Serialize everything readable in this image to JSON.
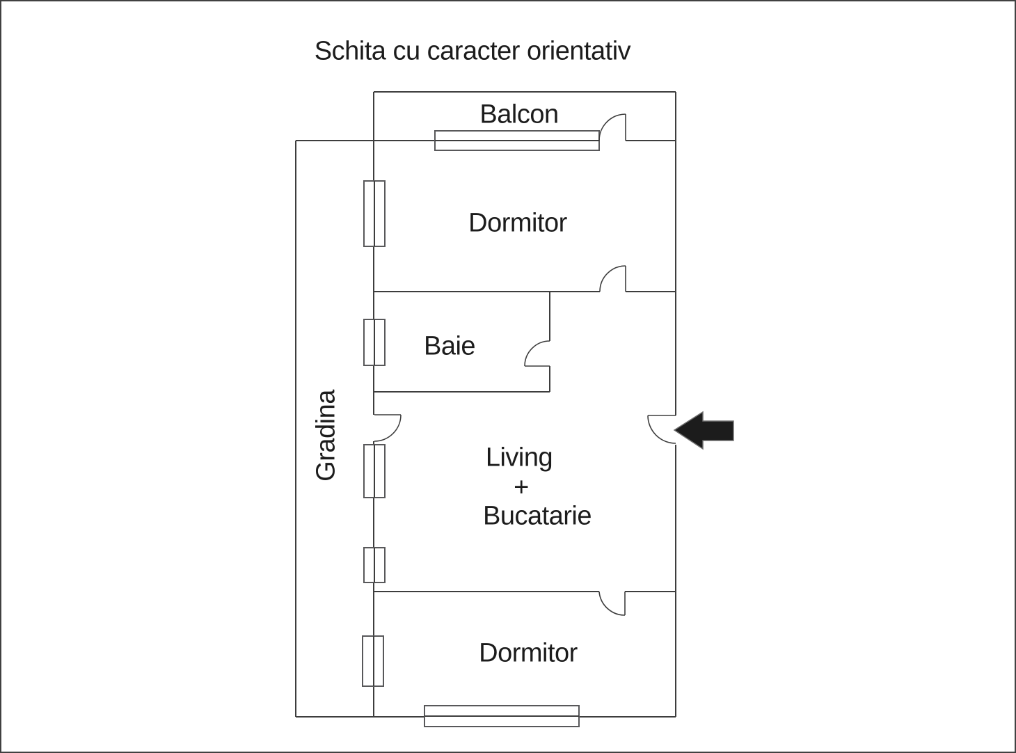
{
  "title": "Schita cu caracter orientativ",
  "labels": {
    "balcon": "Balcon",
    "dormitor_top": "Dormitor",
    "baie": "Baie",
    "gradina": "Gradina",
    "living_line1": "Living",
    "living_line2": "+",
    "living_line3": "Bucatarie",
    "dormitor_bottom": "Dormitor"
  },
  "icons": {
    "entrance_arrow": "arrow-left"
  },
  "colors": {
    "background": "#ffffff",
    "canvas_border": "#414141",
    "wall_line": "#3d3d3d",
    "window_frame": "#58585a",
    "text": "#1c1c1c",
    "entrance_arrow": "#1c1c1c"
  }
}
